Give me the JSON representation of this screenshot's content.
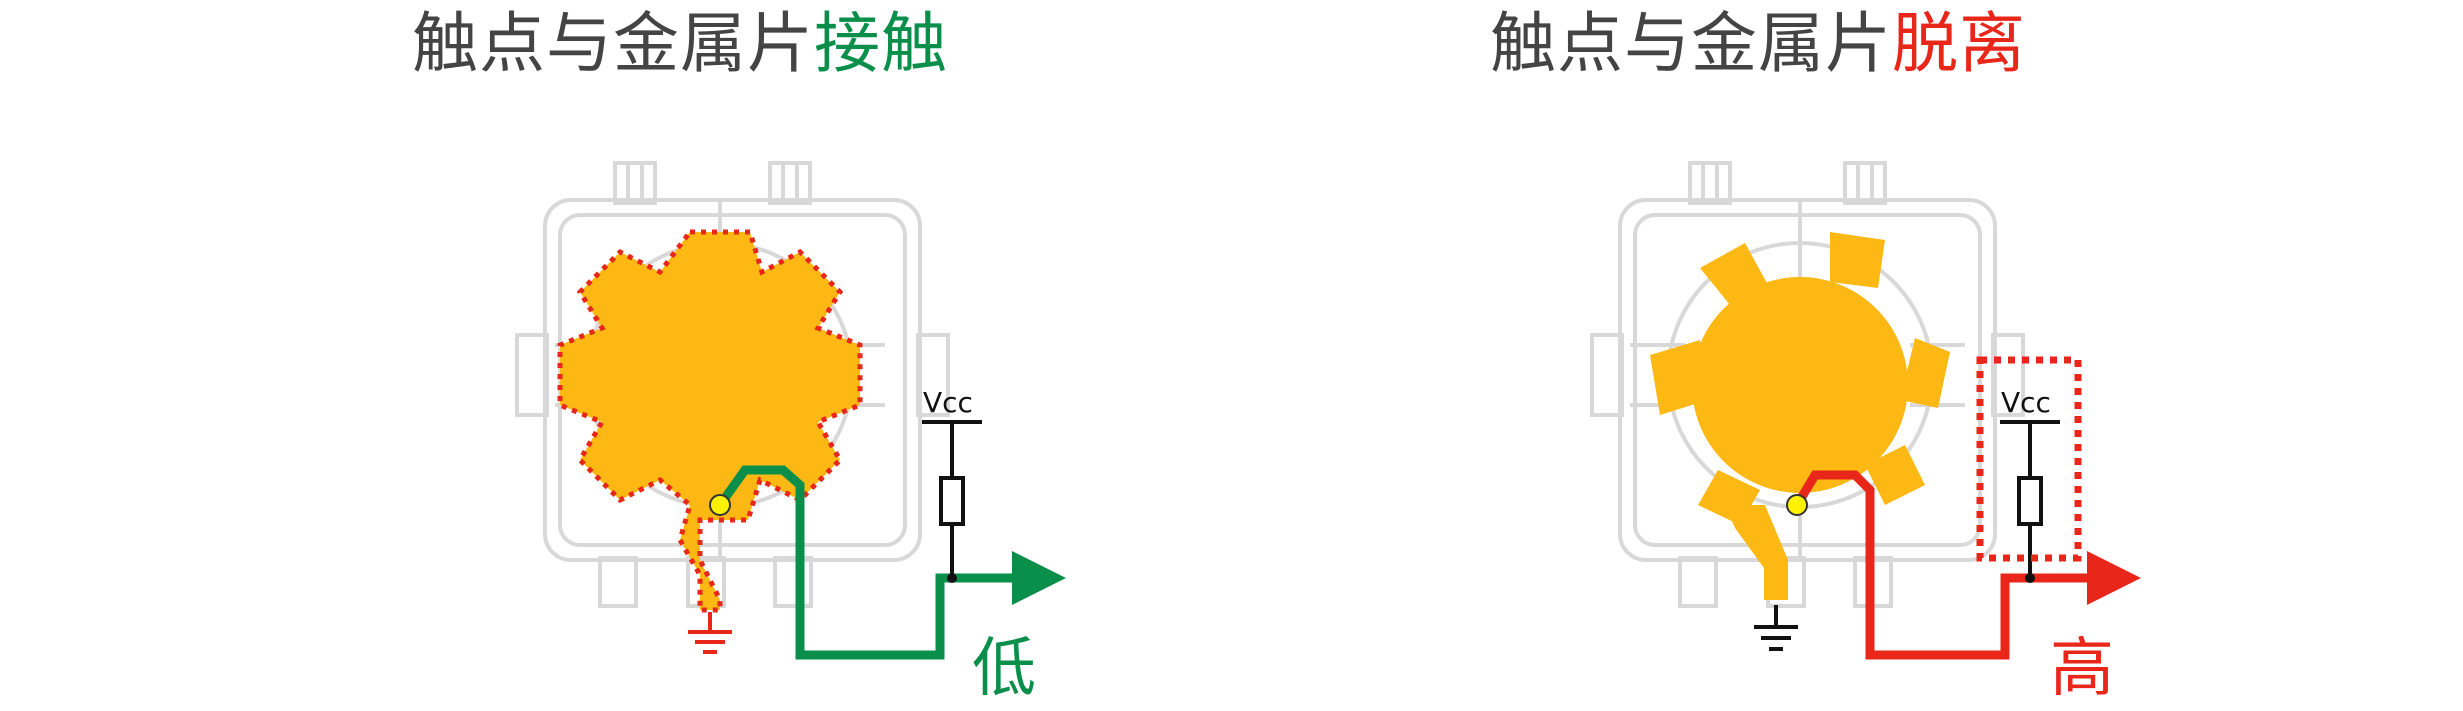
{
  "titles": {
    "left": {
      "prefix": "触点与金属片",
      "state": "接触"
    },
    "right": {
      "prefix": "触点与金属片",
      "state": "脱离"
    }
  },
  "labels": {
    "vcc_left": "Vcc",
    "vcc_right": "Vcc",
    "output_left": "低",
    "output_right": "高"
  },
  "colors": {
    "metal": "#FDB813",
    "housing": "#D8D8D8",
    "contact_path": "#0a8f4a",
    "open_path": "#e8261a",
    "highlight_dotted": "#e8261a",
    "wire": "#111111"
  }
}
